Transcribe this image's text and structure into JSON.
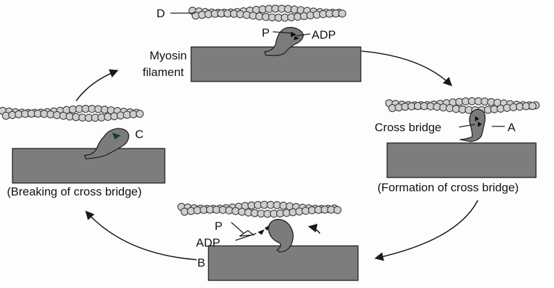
{
  "labels": {
    "D": "D",
    "P_top": "P",
    "ADP_top": "ADP",
    "myosin_line1": "Myosin",
    "myosin_line2": "filament",
    "cross_bridge": "Cross bridge",
    "A": "A",
    "C": "C",
    "P_bottom": "P",
    "ADP_bottom": "ADP",
    "B": "B"
  },
  "captions": {
    "left": "(Breaking of cross bridge)",
    "right": "(Formation of cross bridge)"
  },
  "colors": {
    "filament": "#7d7d7d",
    "bead": "#cfcfcf",
    "outline": "#1e1e1e"
  }
}
